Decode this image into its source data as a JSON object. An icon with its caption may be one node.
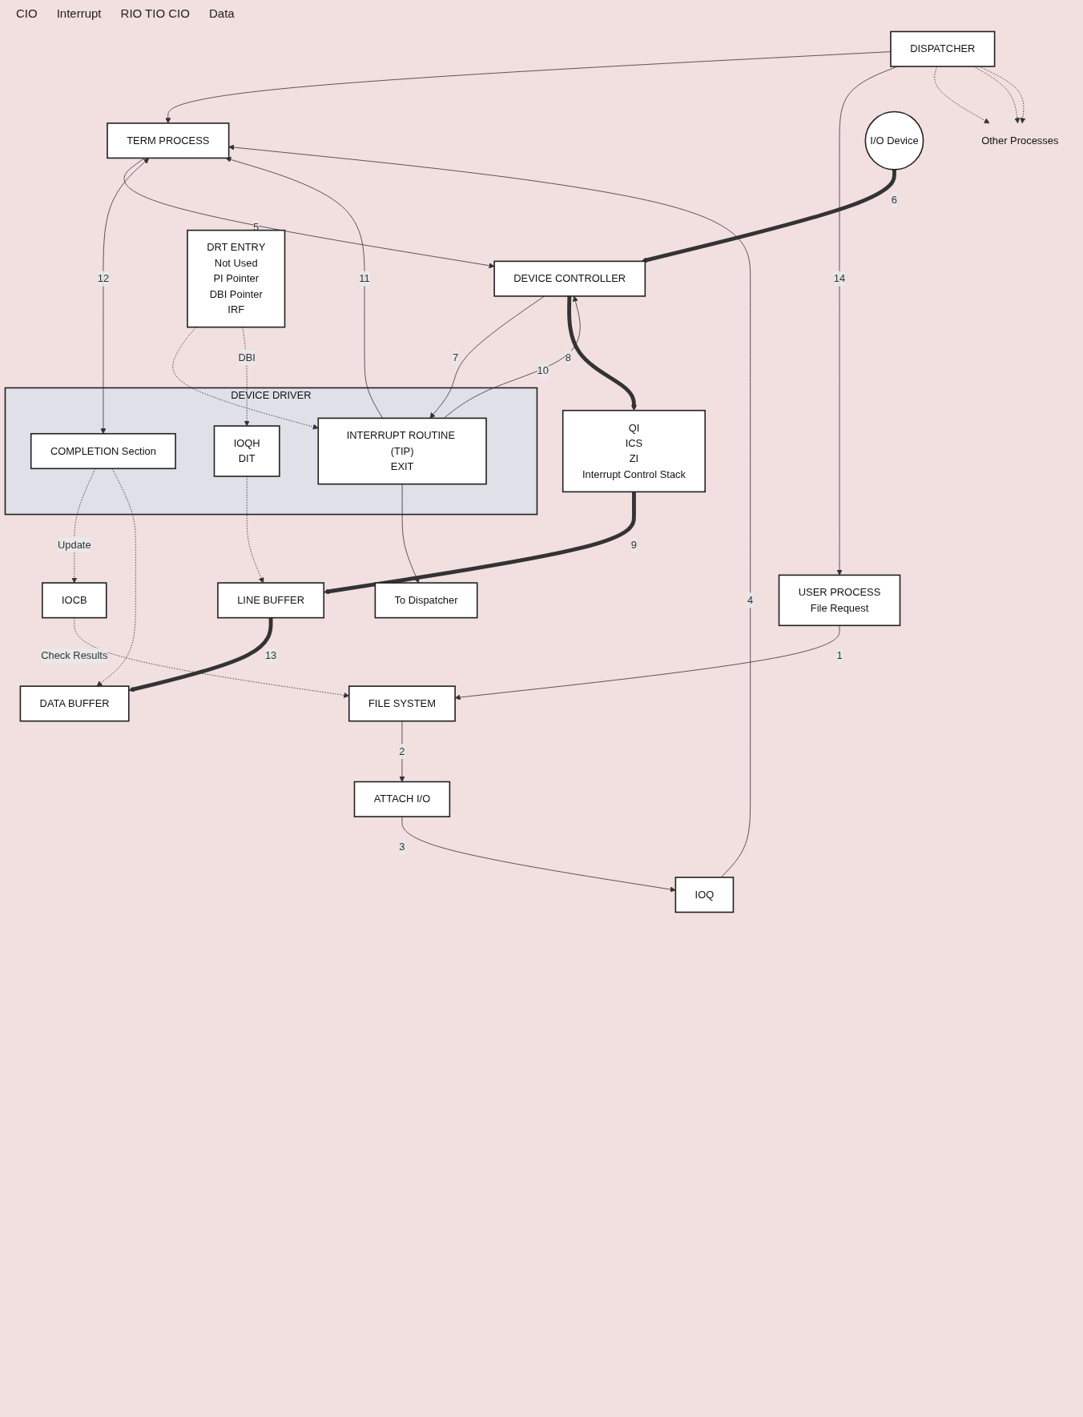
{
  "diagram": {
    "nodes": [
      {
        "text": [
          "DISPATCHER"
        ]
      },
      {
        "text": [
          "TERM PROCESS"
        ]
      },
      {
        "text": [
          "USER PROCESS",
          "File Request"
        ]
      },
      {
        "text": [
          "Other Processes"
        ]
      },
      {
        "text": [
          "DATA BUFFER"
        ]
      },
      {
        "text": [
          "IOQ"
        ]
      },
      {
        "text": [
          "ATTACH I/O"
        ]
      },
      {
        "text": [
          "FILE SYSTEM"
        ]
      },
      {
        "text": [
          "IOCB"
        ]
      },
      {
        "text": [
          "LINE BUFFER"
        ]
      },
      {
        "text": [
          "DEVICE DRIVER"
        ]
      },
      {
        "text": [
          "COMPLETION Section"
        ],
        "in": 10
      },
      {
        "text": [
          "INTERRUPT ROUTINE (TIP)",
          "EXIT"
        ],
        "in": 10
      },
      {
        "text": [
          "IOQH",
          "DIT"
        ],
        "in": 10
      },
      {
        "text": [
          "DRT ENTRY",
          "Not Used",
          "PI Pointer",
          "DBI Pointer",
          "IRF"
        ]
      },
      {
        "text": [
          "To Dispatcher"
        ]
      },
      {
        "text": [
          "DEVICE CONTROLLER"
        ]
      },
      {
        "text": [
          "I/O Device"
        ]
      },
      {
        "text": [
          "QI",
          "ICS",
          "ZI",
          "Interrupt Control Stack"
        ]
      }
    ],
    "edges": [
      {
        "from": 0,
        "to": 1,
        "arrow": "to"
      },
      {
        "from": 0,
        "to": 2,
        "arrow": "to",
        "label": "14"
      },
      {
        "from": 0,
        "to": 3,
        "arrow": "to",
        "style": "dashed"
      },
      {
        "from": 0,
        "to": 3,
        "arrow": "to",
        "style": "dashed"
      },
      {
        "from": 0,
        "to": 3,
        "arrow": "to",
        "style": "dashed"
      },
      {
        "from": 2,
        "to": 7,
        "arrow": "to",
        "label": "1"
      },
      {
        "from": 7,
        "to": 6,
        "arrow": "to",
        "label": "2"
      },
      {
        "from": 6,
        "to": 5,
        "arrow": "to",
        "label": "3"
      },
      {
        "from": 5,
        "to": 1,
        "arrow": "to",
        "label": "4"
      },
      {
        "from": 1,
        "to": 16,
        "arrow": "to",
        "label": "5"
      },
      {
        "from": 17,
        "to": 16,
        "arrow": "to",
        "label": "6",
        "style": "thick"
      },
      {
        "from": 16,
        "to": 12,
        "arrow": "to",
        "label": "7"
      },
      {
        "from": 16,
        "to": 18,
        "arrow": "to",
        "label": "8",
        "style": "thick"
      },
      {
        "from": 18,
        "to": 9,
        "arrow": "to",
        "label": "9",
        "style": "thick"
      },
      {
        "from": 12,
        "to": 16,
        "arrow": "to",
        "label": "10"
      },
      {
        "from": 12,
        "to": 15,
        "arrow": "to"
      },
      {
        "from": 12,
        "to": 1,
        "arrow": "to",
        "label": "11"
      },
      {
        "from": 1,
        "to": 11,
        "arrow": "both",
        "label": "12"
      },
      {
        "from": 9,
        "to": 4,
        "arrow": "to",
        "label": "13",
        "style": "thick"
      },
      {
        "from": 11,
        "to": 8,
        "arrow": "to",
        "label": "Update",
        "style": "dashed"
      },
      {
        "from": 8,
        "to": 7,
        "arrow": "to",
        "label": "Check Results",
        "style": "dashed"
      },
      {
        "from": 11,
        "to": 4,
        "arrow": "to",
        "style": "dashed"
      },
      {
        "from": 13,
        "to": 9,
        "arrow": "to",
        "style": "dashed"
      },
      {
        "from": 14,
        "to": 12,
        "arrow": "to",
        "style": "dashed"
      },
      {
        "from": 14,
        "to": 13,
        "arrow": "to",
        "label": "DBI",
        "style": "dashed"
      }
    ],
    "labels": [
      "CIO",
      "Interrupt",
      "RIO TIO CIO",
      "Data"
    ]
  }
}
